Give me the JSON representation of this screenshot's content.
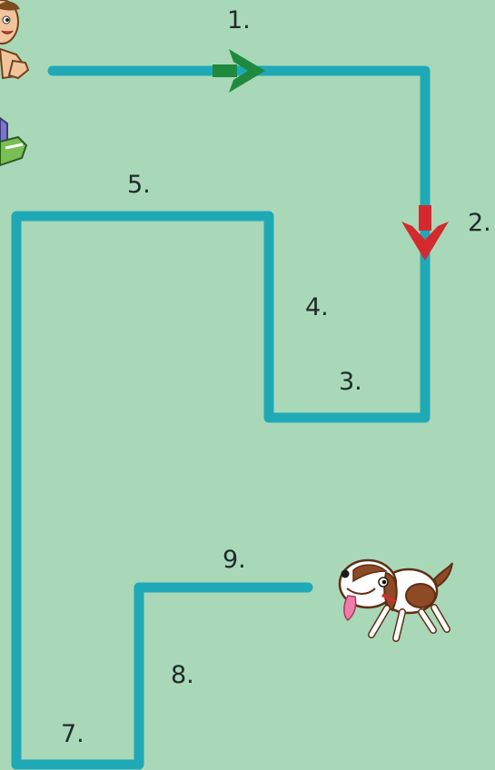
{
  "labels": {
    "step1": "1.",
    "step2": "2.",
    "step3": "3.",
    "step4": "4.",
    "step5": "5.",
    "step7": "7.",
    "step8": "8.",
    "step9": "9."
  },
  "colors": {
    "background": "#a8d8b8",
    "path": "#1fa9b7",
    "right_arrow": "#1f8a3d",
    "down_arrow": "#d42a2f"
  },
  "icons": {
    "start_character": "boy-character-icon",
    "goal_character": "dog-character-icon",
    "right_arrow": "green-right-arrow-icon",
    "down_arrow": "red-down-arrow-icon"
  }
}
